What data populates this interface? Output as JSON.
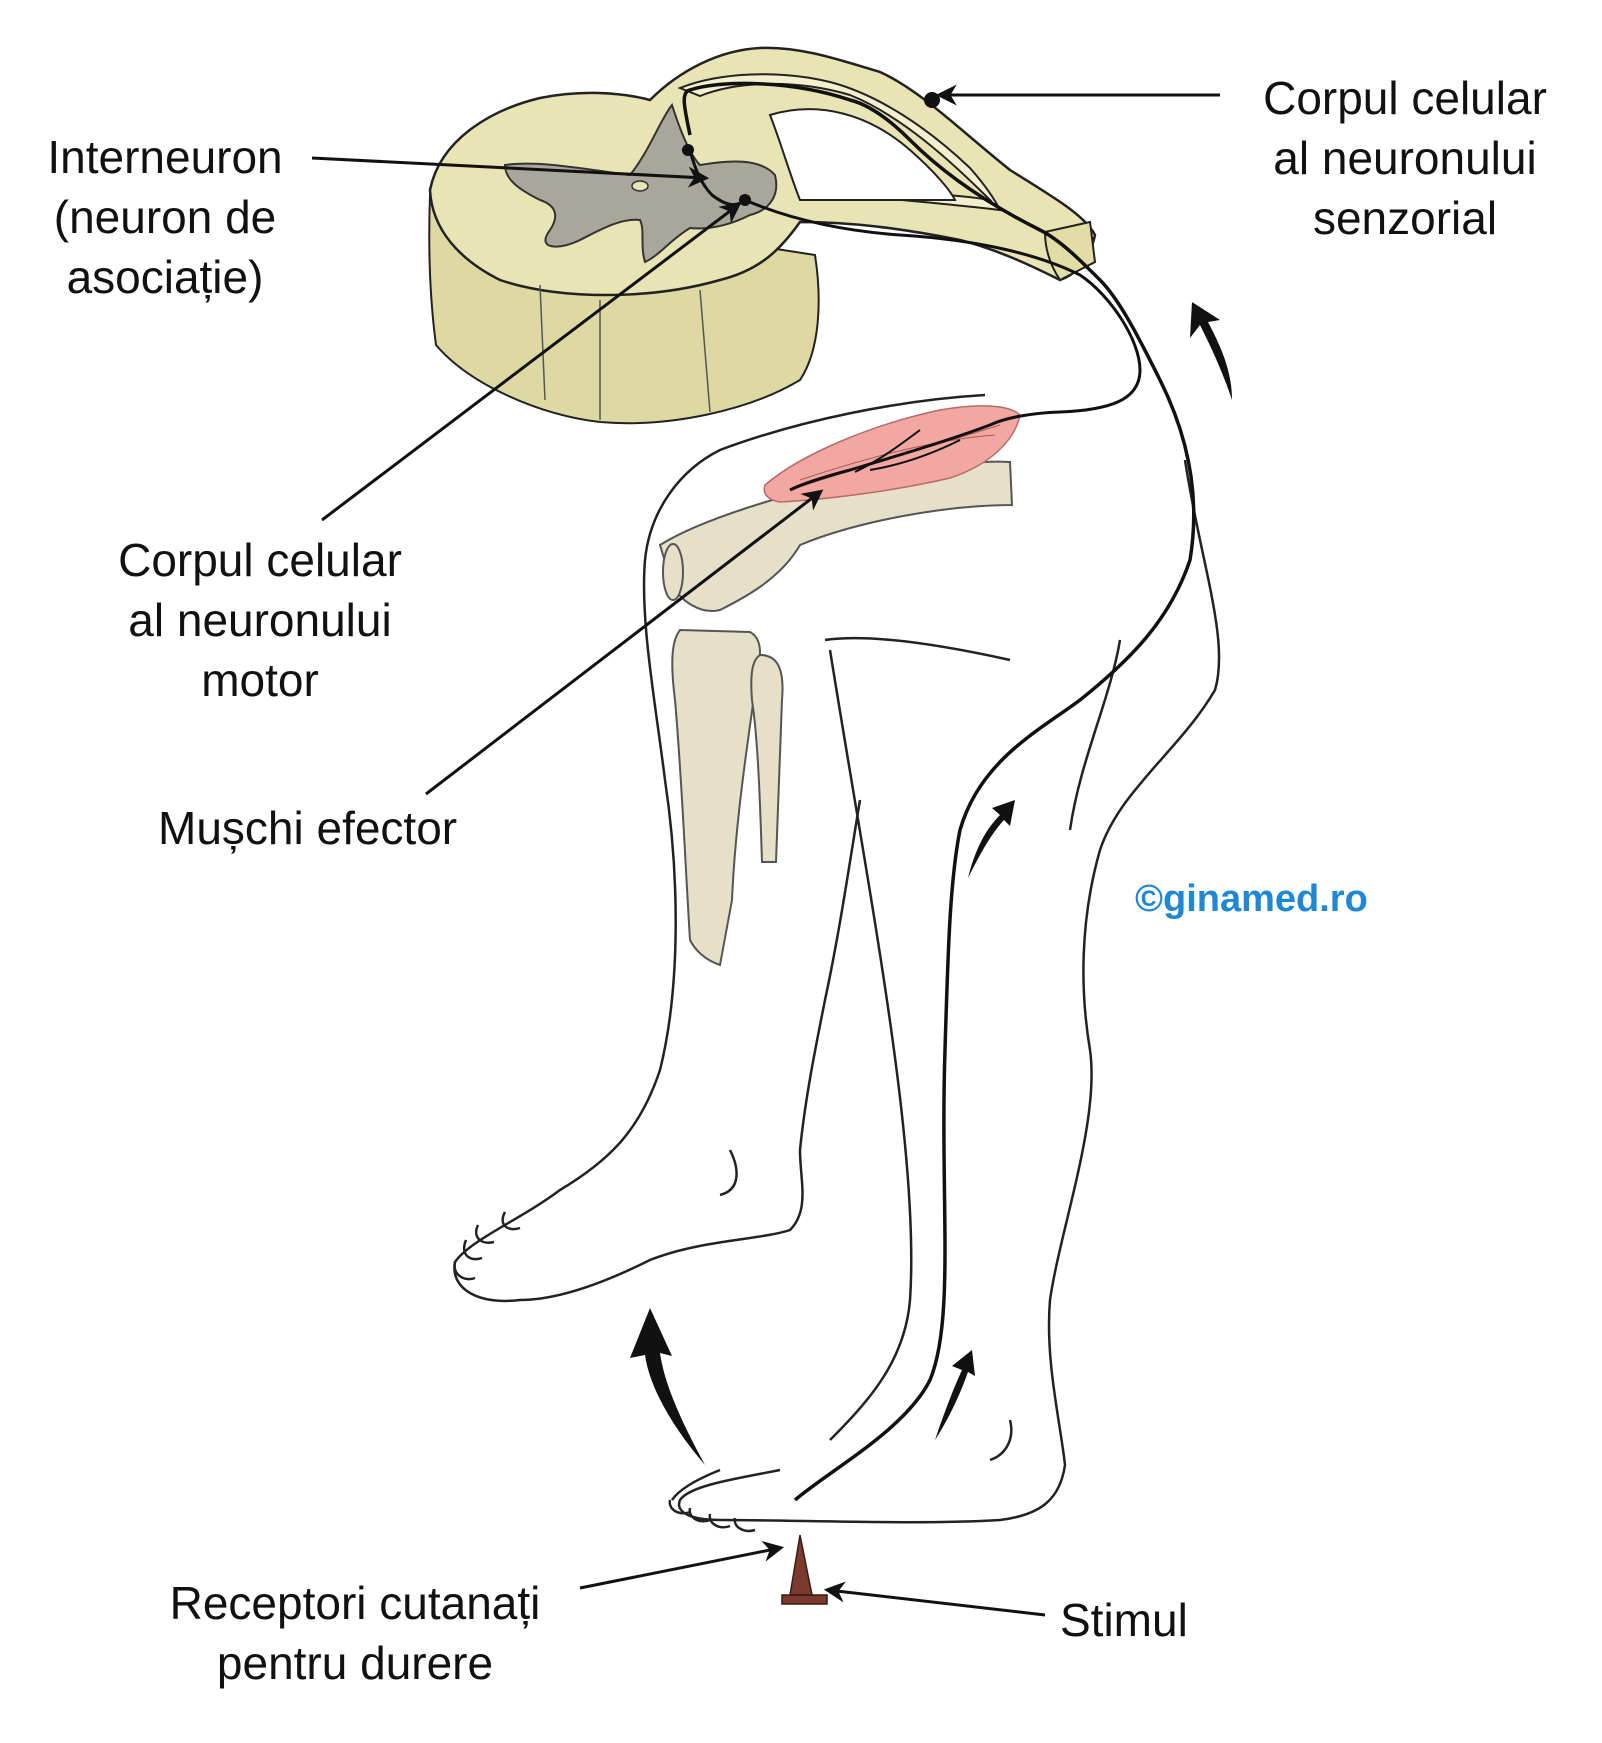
{
  "labels": {
    "interneuron": [
      "Interneuron",
      "(neuron de",
      "asociație)"
    ],
    "sensory_body": [
      "Corpul celular",
      "al neuronului",
      "senzorial"
    ],
    "motor_body": [
      "Corpul celular",
      "al neuronului",
      "motor"
    ],
    "effector": [
      "Mușchi efector"
    ],
    "receptors": [
      "Receptori cutanați",
      "pentru durere"
    ],
    "stimulus": [
      "Stimul"
    ]
  },
  "watermark": "©ginamed.ro",
  "colors": {
    "spinal_cord": "#e9e4b3",
    "grey_matter": "#a9a69b",
    "bone": "#e6e0c8",
    "muscle": "#f2a7a3",
    "stimulus": "#7a3b2e",
    "watermark": "#1f87d6",
    "ink": "#111111"
  }
}
